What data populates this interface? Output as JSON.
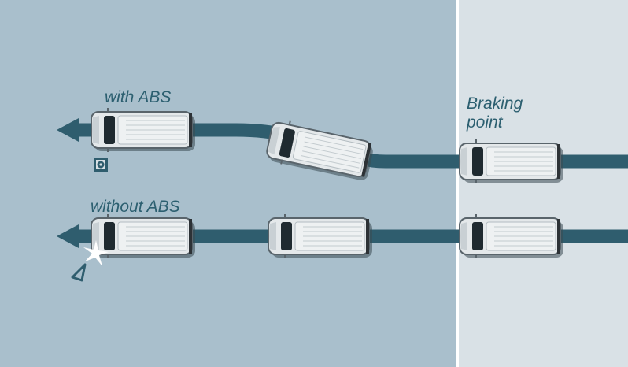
{
  "labels": {
    "with_abs": "with ABS",
    "without_abs": "without ABS",
    "braking_point_line1": "Braking",
    "braking_point_line2": "point"
  },
  "colors": {
    "road_before": "#a9bfcc",
    "road_after": "#d9e1e6",
    "path": "#2f5d6e",
    "text": "#2c5f70"
  },
  "icons": [
    "abs-warning-lamp-icon",
    "skid-warning-triangle-icon",
    "collision-flash-icon"
  ]
}
